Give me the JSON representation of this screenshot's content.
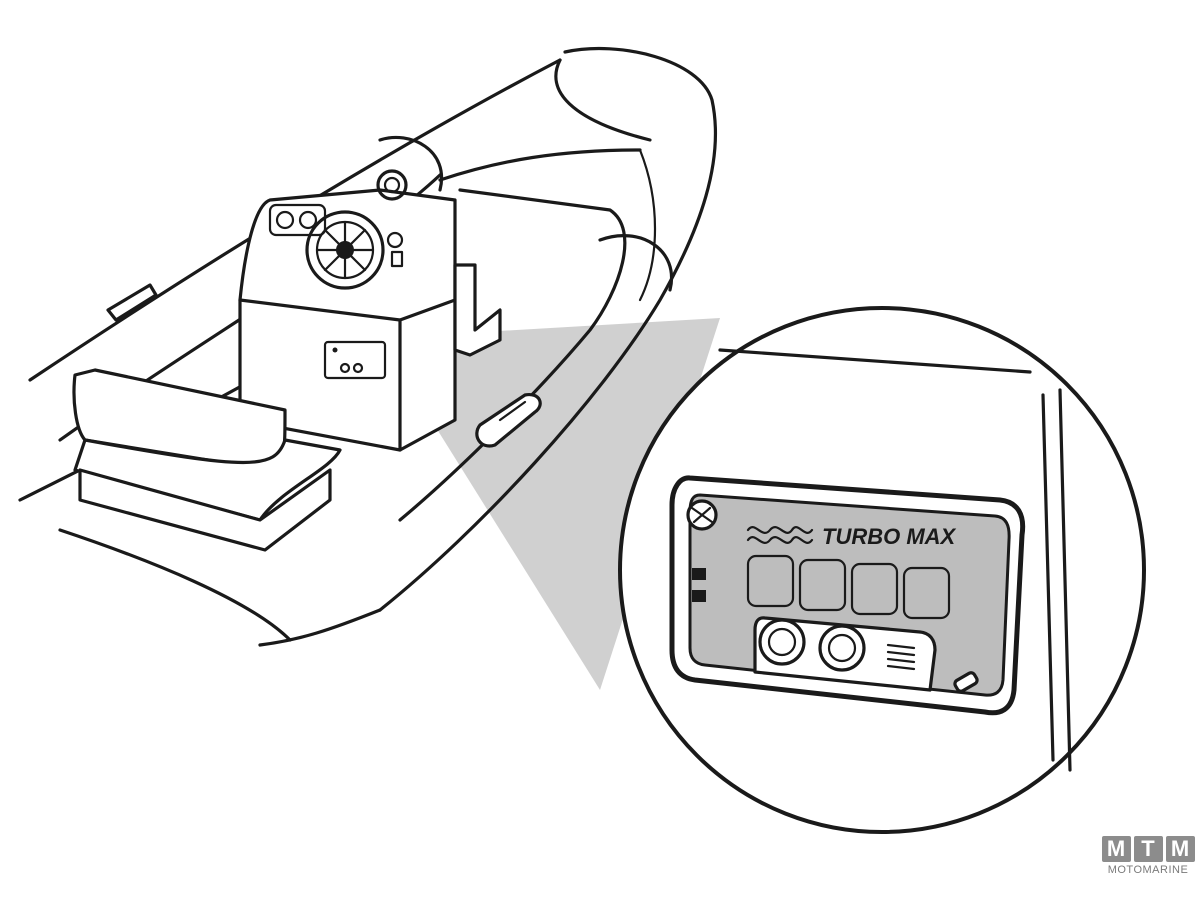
{
  "display": {
    "brand_text": "TURBO MAX"
  },
  "logo": {
    "letters": [
      "M",
      "T",
      "M"
    ],
    "subtitle": "MOTOMARINE"
  },
  "colors": {
    "ink": "#1a1a1a",
    "shadow": "#c8c8c8",
    "display_screen": "#bdbdbd",
    "logo_gray": "#8c8c8c"
  }
}
